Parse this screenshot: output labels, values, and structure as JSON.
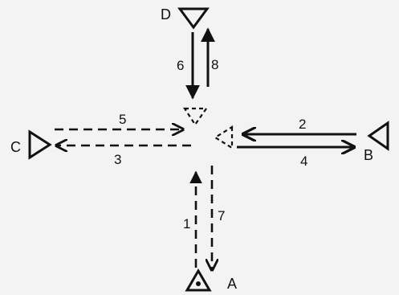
{
  "diagram": {
    "stations": {
      "A": "A",
      "B": "B",
      "C": "C",
      "D": "D"
    },
    "moves": [
      {
        "label": "1",
        "from": "A",
        "to": "center",
        "line": "dashed"
      },
      {
        "label": "2",
        "from": "B",
        "to": "center",
        "line": "solid"
      },
      {
        "label": "3",
        "from": "center",
        "to": "C",
        "line": "dashed"
      },
      {
        "label": "4",
        "from": "center",
        "to": "B",
        "line": "solid"
      },
      {
        "label": "5",
        "from": "C",
        "to": "center",
        "line": "dashed"
      },
      {
        "label": "6",
        "from": "D",
        "to": "center",
        "line": "solid"
      },
      {
        "label": "7",
        "from": "center",
        "to": "A",
        "line": "dashed"
      },
      {
        "label": "8",
        "from": "center",
        "to": "D",
        "line": "solid"
      }
    ],
    "colors": {
      "ink": "#111111",
      "background": "#f3f3f3"
    }
  }
}
